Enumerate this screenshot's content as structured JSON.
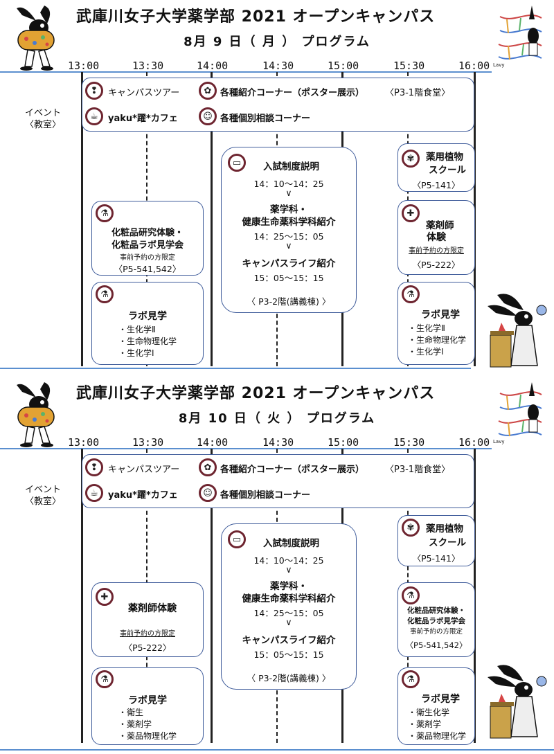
{
  "days": [
    {
      "title": "武庫川女子大学薬学部 2021 オープンキャンパス",
      "subtitle": "8月 9 日（ 月 ） プログラム",
      "logo_text": "Lavy",
      "times": [
        "13:00",
        "13:30",
        "14:00",
        "14:30",
        "15:00",
        "15:30",
        "16:00"
      ],
      "event_label": [
        "イベント",
        "〈教室〉"
      ],
      "events": {
        "tour": "キャンパスツアー",
        "posters": "各種紹介コーナー（ポスター展示）",
        "posters_room": "〈P3-1階食堂〉",
        "cafe": "yaku*躍*カフェ",
        "consult": "各種個別相談コーナー"
      },
      "left_top": {
        "title1": "化粧品研究体験・",
        "title2": "化粧品ラボ見学会",
        "note": "事前予約の方限定",
        "room": "〈P5-541,542〉"
      },
      "left_bottom": {
        "title": "ラボ見学",
        "items": [
          "・生化学Ⅱ",
          "・生命物理化学",
          "・生化学Ⅰ"
        ]
      },
      "center": {
        "exam_title": "入試制度説明",
        "exam_time": "14：10～14：25",
        "arrow1": "∨",
        "dept_title1": "薬学科・",
        "dept_title2": "健康生命薬科学科紹介",
        "dept_time": "14：25～15：05",
        "arrow2": "∨",
        "life_title": "キャンパスライフ紹介",
        "life_time": "15：05～15：15",
        "room": "〈 P3-2階(講義棟) 〉"
      },
      "right_top": {
        "title1": "薬用植物",
        "title2": "スクール",
        "room": "〈P5-141〉"
      },
      "right_mid": {
        "title1": "薬剤師",
        "title2": "体験",
        "note": "事前予約の方限定",
        "room": "〈P5-222〉"
      },
      "right_bottom": {
        "title": "ラボ見学",
        "items": [
          "・生化学Ⅱ",
          "・生命物理化学",
          "・生化学Ⅰ"
        ]
      }
    },
    {
      "title": "武庫川女子大学薬学部 2021 オープンキャンパス",
      "subtitle": "8月 10 日（ 火 ） プログラム",
      "logo_text": "Lavy",
      "times": [
        "13:00",
        "13:30",
        "14:00",
        "14:30",
        "15:00",
        "15:30",
        "16:00"
      ],
      "event_label": [
        "イベント",
        "〈教室〉"
      ],
      "events": {
        "tour": "キャンパスツアー",
        "posters": "各種紹介コーナー（ポスター展示）",
        "posters_room": "〈P3-1階食堂〉",
        "cafe": "yaku*躍*カフェ",
        "consult": "各種個別相談コーナー"
      },
      "left_top": {
        "title": "薬剤師体験",
        "note": "事前予約の方限定",
        "room": "〈P5-222〉"
      },
      "left_bottom": {
        "title": "ラボ見学",
        "items": [
          "・衛生",
          "・薬剤学",
          "・薬品物理化学"
        ]
      },
      "center": {
        "exam_title": "入試制度説明",
        "exam_time": "14：10～14：25",
        "arrow1": "∨",
        "dept_title1": "薬学科・",
        "dept_title2": "健康生命薬科学科紹介",
        "dept_time": "14：25～15：05",
        "arrow2": "∨",
        "life_title": "キャンパスライフ紹介",
        "life_time": "15：05～15：15",
        "room": "〈 P3-2階(講義棟) 〉"
      },
      "right_top": {
        "title1": "薬用植物",
        "title2": "スクール",
        "room": "〈P5-141〉"
      },
      "right_mid": {
        "title1": "化粧品研究体験・",
        "title2": "化粧品ラボ見学会",
        "note": "事前予約の方限定",
        "room": "〈P5-541,542〉"
      },
      "right_bottom": {
        "title": "ラボ見学",
        "items": [
          "・衛生化学",
          "・薬剤学",
          "・薬品物理化学"
        ]
      }
    }
  ]
}
